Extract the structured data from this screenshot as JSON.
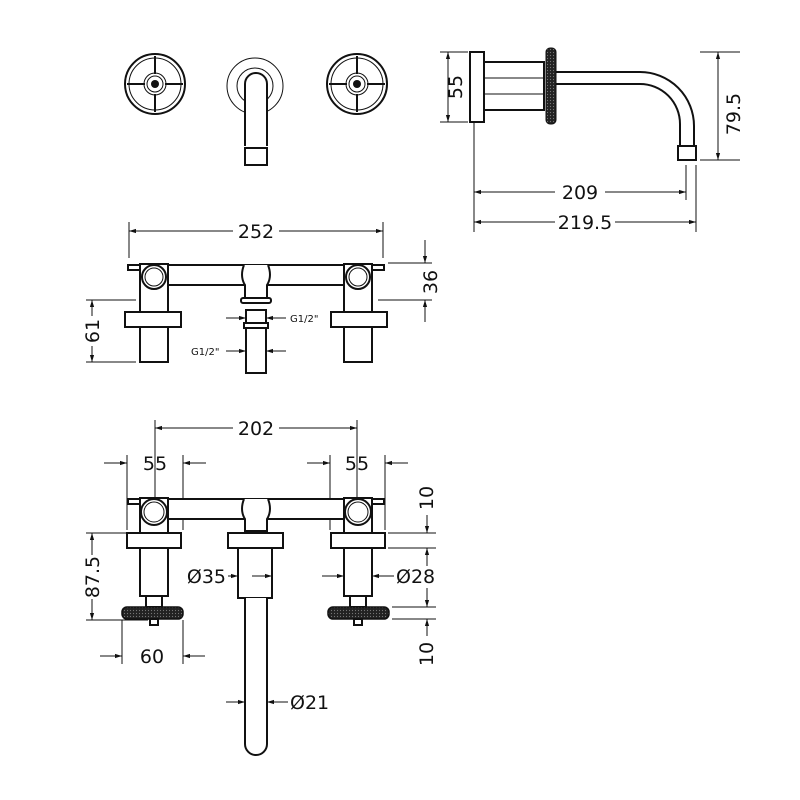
{
  "dimensions": {
    "side_backplate": "55",
    "side_height": "79.5",
    "side_projection": "209",
    "side_total": "219.5",
    "mid_width": "252",
    "mid_height": "36",
    "mid_body": "61",
    "thread_upper": "G1/2\"",
    "thread_lower": "G1/2\"",
    "centres": "202",
    "left_plate": "55",
    "right_plate": "55",
    "upper_thickness": "10",
    "lower_thickness": "10",
    "handle_height": "87.5",
    "handle_diameter": "60",
    "spout_body_dia": "Ø35",
    "valve_dia": "Ø28",
    "spout_dia": "Ø21"
  },
  "colors": {
    "line": "#111111",
    "background": "#ffffff"
  }
}
